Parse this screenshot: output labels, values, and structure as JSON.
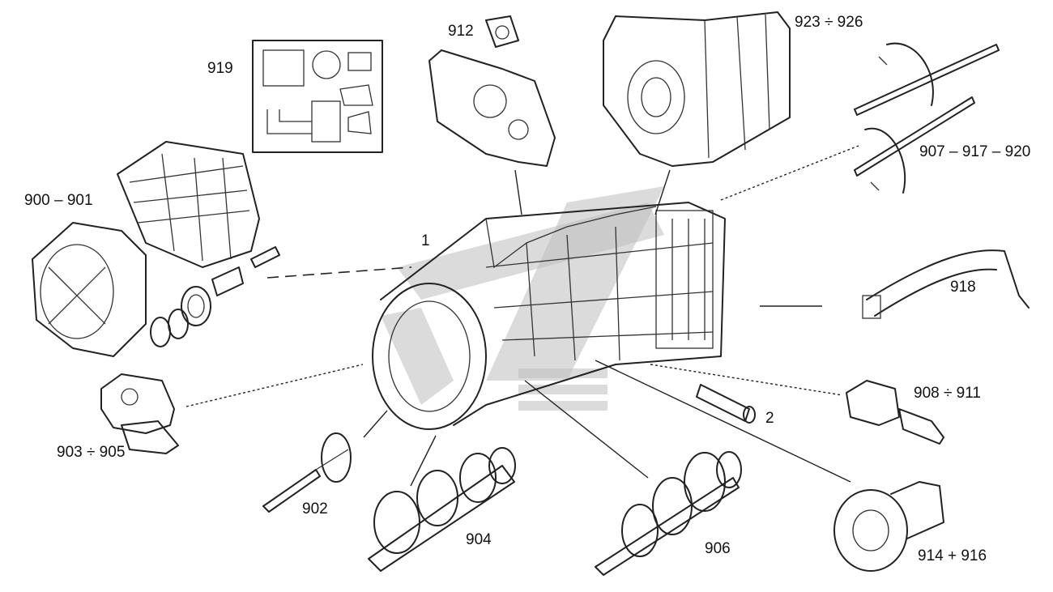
{
  "diagram": {
    "colors": {
      "line": "#222222",
      "watermark": "#bdbdbd",
      "background": "#ffffff"
    },
    "labels": {
      "l1": "1",
      "l2": "2",
      "l900": "900 – 901",
      "l902": "902",
      "l903": "903 ÷ 905",
      "l904": "904",
      "l906": "906",
      "l907": "907 – 917 – 920",
      "l908": "908 ÷ 911",
      "l912": "912",
      "l914": "914 + 916",
      "l918": "918",
      "l919": "919",
      "l923": "923 ÷ 926"
    }
  }
}
